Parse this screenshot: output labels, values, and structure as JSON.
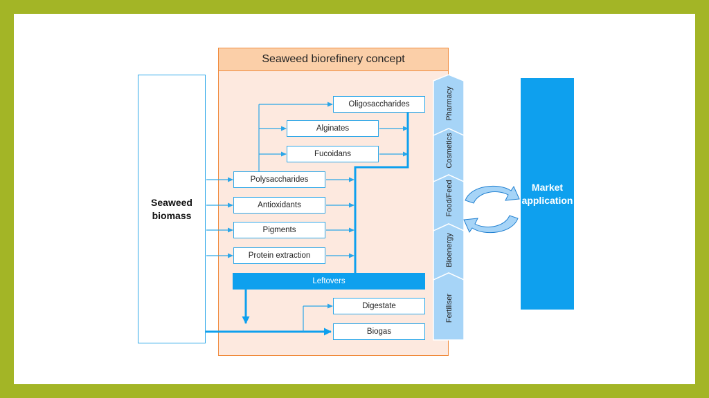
{
  "diagram": {
    "title": "Seaweed biorefinery concept",
    "biomass_label": "Seaweed biomass",
    "boxes": {
      "oligosaccharides": "Oligosaccharides",
      "alginates": "Alginates",
      "fucoidans": "Fucoidans",
      "polysaccharides": "Polysaccharides",
      "antioxidants": "Antioxidants",
      "pigments": "Pigments",
      "protein_extraction": "Protein extraction",
      "leftovers": "Leftovers",
      "digestate": "Digestate",
      "biogas": "Biogas"
    },
    "sectors": [
      "Pharmacy",
      "Cosmetics",
      "Food/Feed",
      "Bioenergy",
      "Fertiliser"
    ],
    "market_label": "Market application"
  },
  "colors": {
    "frame": "#a3b526",
    "accent_blue": "#0ea0ee",
    "line_blue": "#2aa6e8",
    "concept_fill": "#fde9df",
    "concept_border": "#f08a3c",
    "sector_fill": "#a6d4f7"
  }
}
